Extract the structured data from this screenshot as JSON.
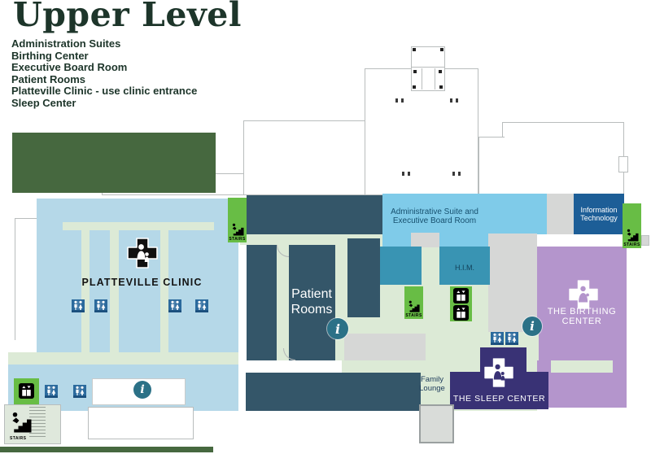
{
  "title": "Upper Level",
  "legend": {
    "items": [
      "Administration Suites",
      "Birthing Center",
      "Executive Board Room",
      "Patient Rooms",
      "Platteville Clinic - use clinic entrance",
      "Sleep Center"
    ]
  },
  "map": {
    "labels": {
      "platteville": "PLATTEVILLE CLINIC",
      "patient": "Patient Rooms",
      "admin": "Administrative Suite and Executive Board Room",
      "him": "H.I.M.",
      "it": "Information Technology",
      "birthing": "THE BIRTHING CENTER",
      "sleep": "THE SLEEP CENTER",
      "family": "Family Lounge",
      "stairs": "STAIRS",
      "info": "i"
    }
  },
  "colors": {
    "clinic_blue": "#b5d8e8",
    "patient_slate": "#345669",
    "admin_blue": "#7fcbe9",
    "teal": "#3994b3",
    "it_blue": "#1d5e97",
    "birthing_purple": "#b495cc",
    "sleep_navy": "#393275",
    "corridor_green": "#dcead6",
    "zone_gray": "#d6d7d6",
    "stairs_green": "#68bd45",
    "landscape_green": "#46683f",
    "restroom_blue": "#2b6a9d",
    "info_teal": "#2b7187",
    "outline_gray": "#b9bdbd",
    "ink": "#1d352a",
    "label_navy": "#17506e",
    "pale_zone": "#dfe8dc",
    "vestibule_gray": "#d9dcd9"
  }
}
